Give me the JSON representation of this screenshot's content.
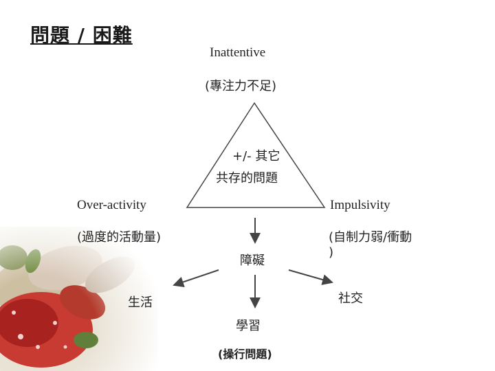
{
  "title": "問題 / 困難",
  "inattentive": {
    "en": "Inattentive",
    "zh": "(專注力不足)"
  },
  "center": {
    "line1": "+/- 其它",
    "line2": "共存的問題"
  },
  "overactivity": {
    "en": "Over-activity",
    "zh": "(過度的活動量)"
  },
  "impulsivity": {
    "en": "Impulsivity",
    "zh_line1": "(自制力弱/衝動",
    "zh_line2": ")"
  },
  "obstacle": "障礙",
  "life": "生活",
  "social": "社交",
  "learning": "學習",
  "behavior": "(操行問題)"
}
